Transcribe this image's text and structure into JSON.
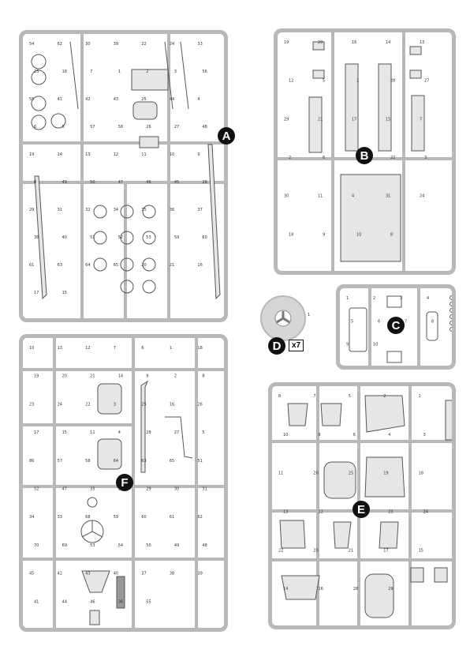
{
  "sprues": [
    {
      "id": "A",
      "labels": [
        "54",
        "62",
        "30",
        "39",
        "22",
        "24",
        "33",
        "23",
        "18",
        "7",
        "1",
        "2",
        "3",
        "56",
        "55",
        "41",
        "42",
        "43",
        "25",
        "44",
        "4",
        "6",
        "5",
        "57",
        "58",
        "26",
        "27",
        "48",
        "19",
        "14",
        "13",
        "12",
        "11",
        "10",
        "9",
        "8",
        "49",
        "50",
        "47",
        "46",
        "45",
        "28",
        "29",
        "31",
        "32",
        "34",
        "35",
        "36",
        "37",
        "38",
        "40",
        "51",
        "52",
        "53",
        "59",
        "60",
        "61",
        "63",
        "64",
        "65",
        "20",
        "21",
        "16",
        "17",
        "15"
      ]
    },
    {
      "id": "B",
      "labels": [
        "19",
        "20",
        "16",
        "14",
        "13",
        "12",
        "5",
        "1",
        "28",
        "27",
        "29",
        "21",
        "17",
        "15",
        "7",
        "2",
        "6",
        "23",
        "22",
        "3",
        "30",
        "11",
        "4",
        "31",
        "24",
        "18",
        "9",
        "10",
        "8"
      ]
    },
    {
      "id": "C",
      "labels": [
        "1",
        "2",
        "3",
        "4",
        "5",
        "6",
        "7",
        "8",
        "9",
        "10"
      ]
    },
    {
      "id": "D",
      "labels": [
        "1"
      ],
      "count": "x7"
    },
    {
      "id": "E",
      "labels": [
        "8",
        "7",
        "5",
        "2",
        "1",
        "10",
        "9",
        "6",
        "4",
        "3",
        "11",
        "26",
        "25",
        "19",
        "18",
        "13",
        "12",
        "27",
        "23",
        "24",
        "22",
        "20",
        "21",
        "17",
        "15",
        "14",
        "16",
        "28",
        "29"
      ]
    },
    {
      "id": "F",
      "labels": [
        "10",
        "13",
        "12",
        "7",
        "6",
        "1",
        "18",
        "19",
        "20",
        "21",
        "14",
        "9",
        "2",
        "8",
        "23",
        "24",
        "22",
        "3",
        "25",
        "16",
        "26",
        "17",
        "15",
        "11",
        "4",
        "28",
        "27",
        "5",
        "86",
        "57",
        "58",
        "64",
        "63",
        "65",
        "51",
        "52",
        "47",
        "35",
        "32",
        "29",
        "30",
        "31",
        "34",
        "33",
        "68",
        "59",
        "60",
        "61",
        "62",
        "70",
        "69",
        "53",
        "54",
        "50",
        "49",
        "48",
        "45",
        "42",
        "43",
        "40",
        "37",
        "38",
        "39",
        "41",
        "44",
        "46",
        "36",
        "55"
      ]
    }
  ]
}
